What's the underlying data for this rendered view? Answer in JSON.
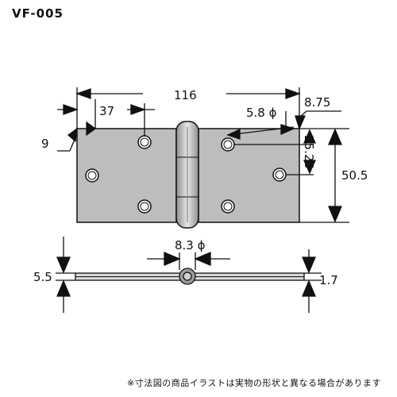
{
  "model": "VF-005",
  "dimensions": {
    "overall_length": "116",
    "hole_offset_37": "37",
    "edge_9": "9",
    "screw_hole": "5.8 ϕ",
    "edge_8_75": "8.75",
    "hole_spacing": "25.25",
    "width": "50.5",
    "pin": "8.3 ϕ",
    "knuckle_thickness": "5.5",
    "leaf_thickness": "1.7"
  },
  "note": "※寸法図の商品イラストは実物の形状と異なる場合があります",
  "colors": {
    "plate_fill": "#bdbdbd",
    "line": "#111111"
  }
}
